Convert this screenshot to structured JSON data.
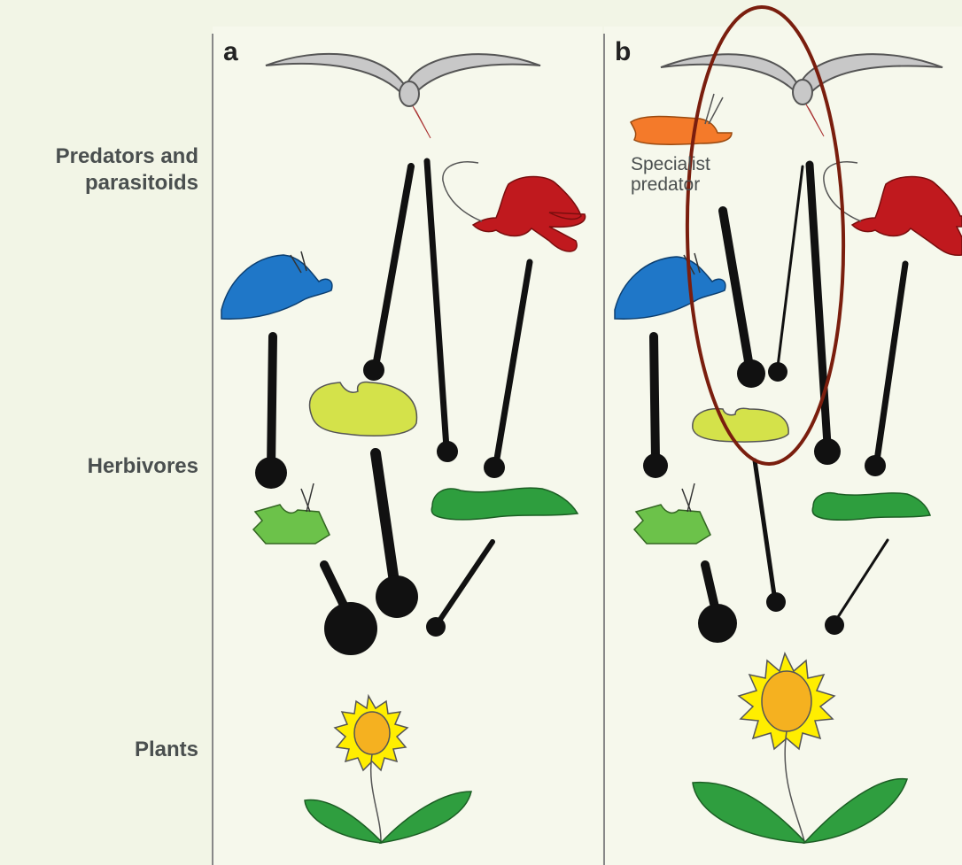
{
  "row_labels": {
    "predators": [
      "Predators and",
      "parasitoids"
    ],
    "herbivores": "Herbivores",
    "plants": "Plants"
  },
  "panels": {
    "a": "a",
    "b": "b"
  },
  "specialist_label": [
    "Specialist",
    "predator"
  ],
  "colors": {
    "background": "#f2f5e6",
    "panel_background": "#f6f8ec",
    "bird": "#c8c8c8",
    "bird_beak": "#e8502a",
    "specialist": "#f47a2a",
    "blue_predator": "#1f77c8",
    "red_parasitoid": "#c0191e",
    "yellow_herbivore": "#d4e24a",
    "light_green_herbivore": "#6cc24a",
    "dark_green_herbivore": "#2e9e3e",
    "leaf": "#2f9e3f",
    "flower_petals": "#ffee00",
    "flower_center": "#f5b120",
    "link": "#111111",
    "highlight_ellipse": "#7a1e0e"
  }
}
